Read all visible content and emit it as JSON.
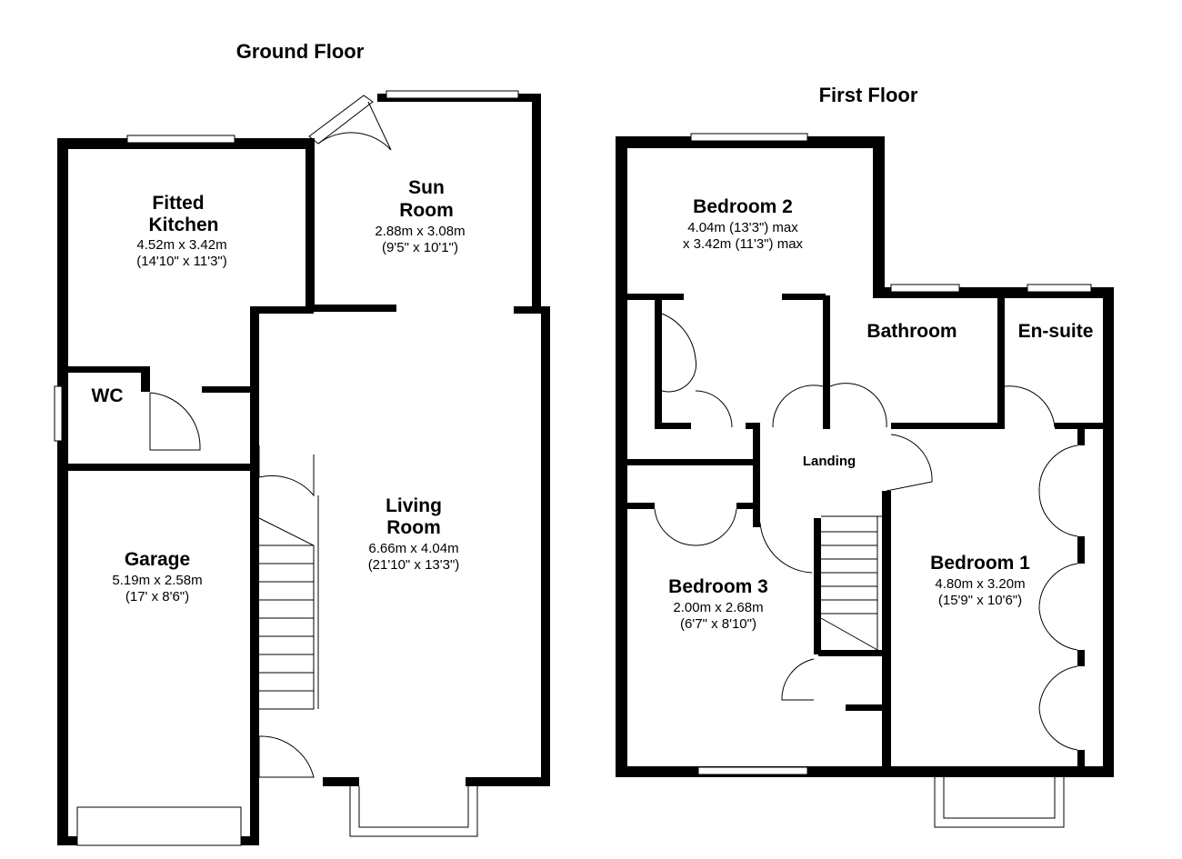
{
  "ground_floor": {
    "title": "Ground Floor",
    "rooms": [
      {
        "name_lines": [
          "Fitted",
          "Kitchen"
        ],
        "dims": [
          "4.52m x 3.42m",
          "(14'10\" x 11'3\")"
        ]
      },
      {
        "name_lines": [
          "Sun",
          "Room"
        ],
        "dims": [
          "2.88m x 3.08m",
          "(9'5\" x 10'1\")"
        ]
      },
      {
        "name_lines": [
          "WC"
        ],
        "dims": []
      },
      {
        "name_lines": [
          "Living",
          "Room"
        ],
        "dims": [
          "6.66m x 4.04m",
          "(21'10\" x 13'3\")"
        ]
      },
      {
        "name_lines": [
          "Garage"
        ],
        "dims": [
          "5.19m x 2.58m",
          "(17' x 8'6\")"
        ]
      }
    ]
  },
  "first_floor": {
    "title": "First Floor",
    "rooms": [
      {
        "name_lines": [
          "Bedroom 2"
        ],
        "dims": [
          "4.04m (13'3\") max",
          "x 3.42m (11'3\") max"
        ]
      },
      {
        "name_lines": [
          "Bathroom"
        ],
        "dims": []
      },
      {
        "name_lines": [
          "En-suite"
        ],
        "dims": []
      },
      {
        "name_lines": [
          "Landing"
        ],
        "dims": []
      },
      {
        "name_lines": [
          "Bedroom 3"
        ],
        "dims": [
          "2.00m x 2.68m",
          "(6'7\" x 8'10\")"
        ]
      },
      {
        "name_lines": [
          "Bedroom 1"
        ],
        "dims": [
          "4.80m x 3.20m",
          "(15'9\" x 10'6\")"
        ]
      }
    ]
  }
}
